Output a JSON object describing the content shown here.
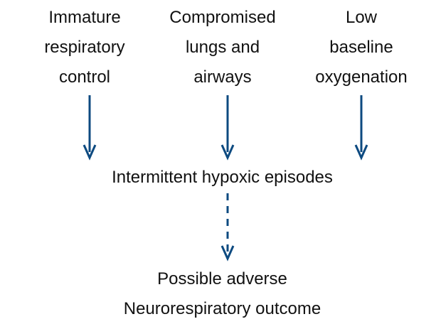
{
  "diagram": {
    "causes": [
      {
        "lines": [
          "Immature",
          "respiratory",
          "control"
        ]
      },
      {
        "lines": [
          "Compromised",
          "lungs and",
          "airways"
        ]
      },
      {
        "lines": [
          "Low",
          "baseline",
          "oxygenation"
        ]
      }
    ],
    "middle": "Intermittent hypoxic episodes",
    "outcome": {
      "lines": [
        "Possible adverse",
        "Neurorespiratory outcome"
      ]
    },
    "arrow_color": "#0d4a80"
  }
}
